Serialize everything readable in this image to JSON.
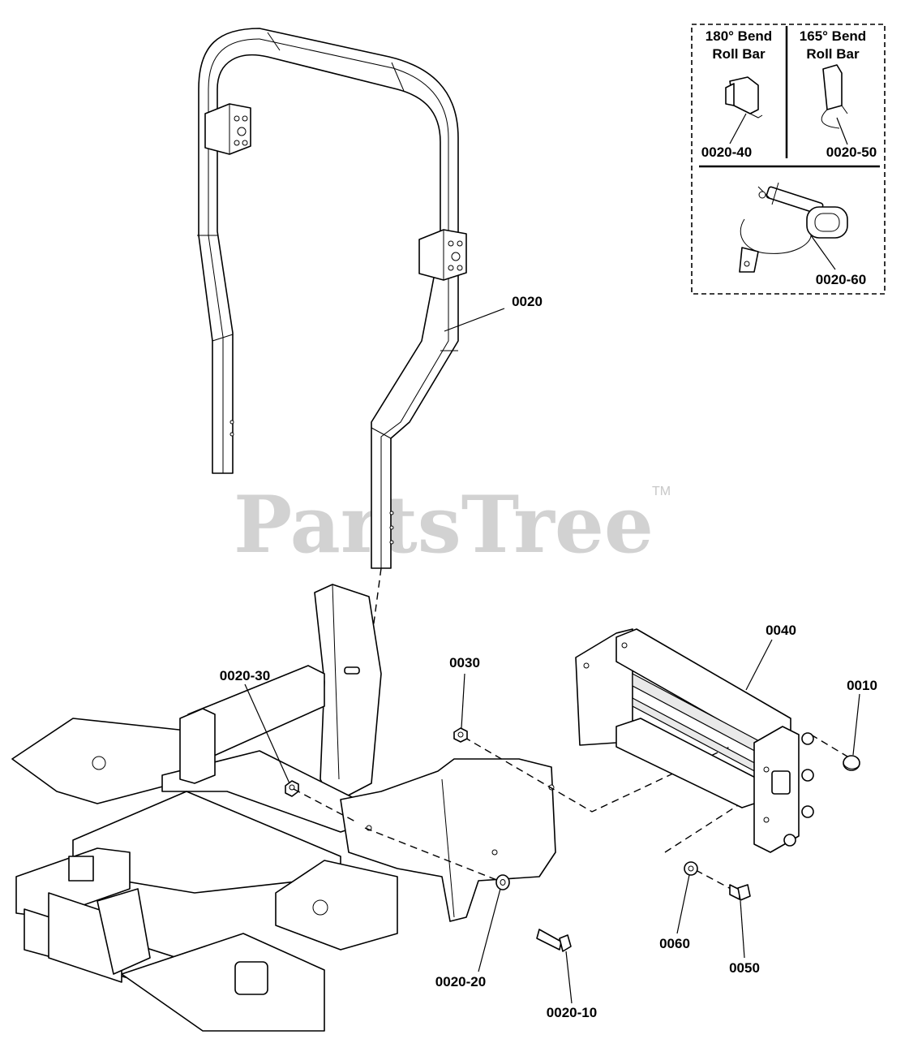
{
  "watermark": {
    "brand": "PartsTree",
    "trademark": "TM"
  },
  "inset": {
    "bend180_title_line1": "180° Bend",
    "bend180_title_line2": "Roll Bar",
    "bend165_title_line1": "165° Bend",
    "bend165_title_line2": "Roll Bar",
    "label_bend180": "0020-40",
    "label_bend165": "0020-50",
    "label_pin": "0020-60"
  },
  "callouts": {
    "roll_bar": "0020",
    "frame_nut": "0020-30",
    "nut": "0030",
    "bracket": "0040",
    "cap": "0010",
    "washer_left": "0020-20",
    "bolt_left": "0020-10",
    "washer_right": "0060",
    "bolt_right": "0050"
  }
}
